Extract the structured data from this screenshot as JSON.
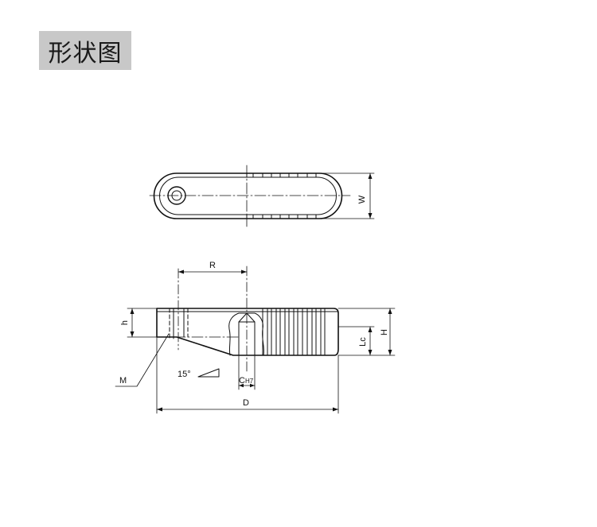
{
  "page": {
    "title": "形状图",
    "title_bg": "#c8c8c8",
    "line_color": "#111111"
  },
  "diagram": {
    "labels": {
      "W": "W",
      "R": "R",
      "h": "h",
      "H": "H",
      "Lc": "Lc",
      "M": "M",
      "angle": "15°",
      "C": "C",
      "C_tol": "H7",
      "D": "D"
    }
  }
}
